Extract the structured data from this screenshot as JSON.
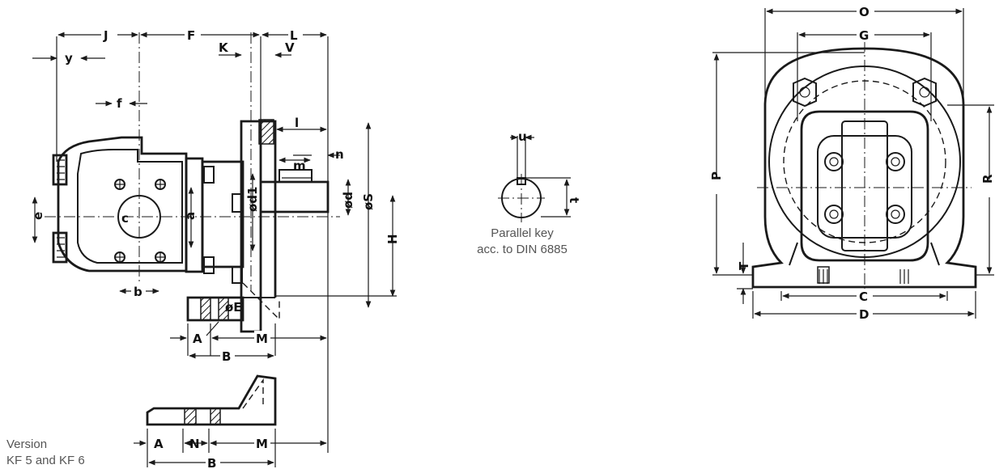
{
  "caption_key": {
    "line1": "Parallel key",
    "line2": "acc. to DIN 6885"
  },
  "caption_version": {
    "line1": "Version",
    "line2": "KF 5 and KF 6"
  },
  "dims": {
    "J": "J",
    "F": "F",
    "L": "L",
    "K": "K",
    "V": "V",
    "y": "y",
    "f": "f",
    "l": "l",
    "m": "m",
    "n": "n",
    "c": "c",
    "e": "e",
    "a": "a",
    "b": "b",
    "d1": "ød1",
    "d": "ød",
    "S": "øS",
    "H": "H",
    "E": "øE",
    "A": "A",
    "M": "M",
    "B": "B",
    "N": "N",
    "u": "u",
    "t": "t",
    "O": "O",
    "G": "G",
    "P": "P",
    "R": "R",
    "T": "T",
    "C": "C",
    "D": "D"
  }
}
